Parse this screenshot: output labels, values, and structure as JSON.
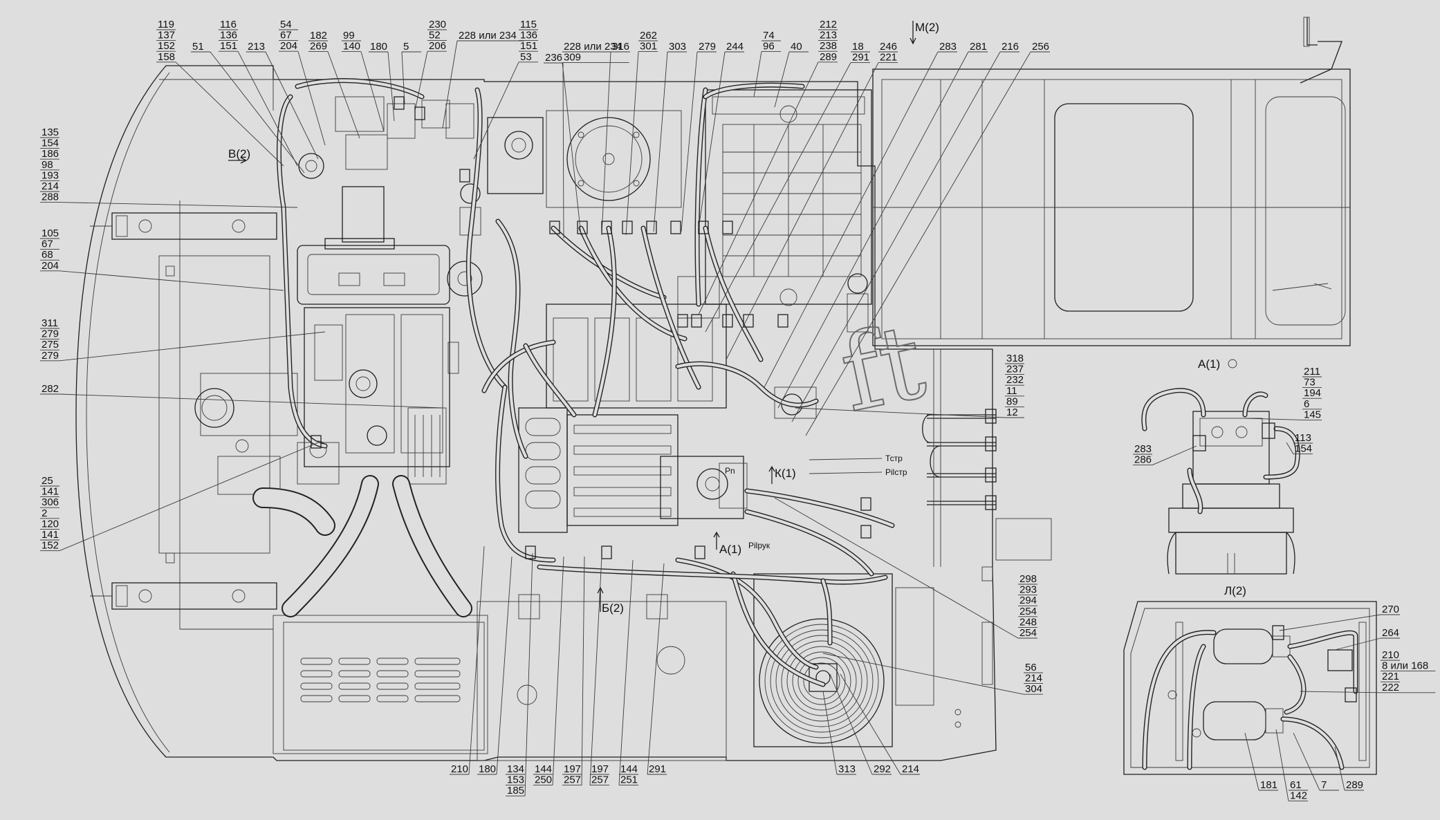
{
  "watermark": "ft",
  "views": {
    "a1": "А(1)",
    "a1_main": "А(1)",
    "b2": "В(2)",
    "m2": "М(2)",
    "b2_main": "Б(2)",
    "k1": "К(1)",
    "l2": "Л(2)"
  },
  "ports": {
    "tstr": "Тстр",
    "pilstr": "Pilстр",
    "pilruk": "Pilрук",
    "pn": "Pn"
  },
  "callouts": {
    "top": [
      {
        "id": "c119",
        "lines": [
          "119",
          "137",
          "152",
          "158"
        ]
      },
      {
        "id": "c51",
        "lines": [
          "51"
        ]
      },
      {
        "id": "c116",
        "lines": [
          "116",
          "136",
          "151"
        ]
      },
      {
        "id": "c213a",
        "lines": [
          "213"
        ]
      },
      {
        "id": "c54",
        "lines": [
          "54",
          "67",
          "204"
        ]
      },
      {
        "id": "c182",
        "lines": [
          "182",
          "269"
        ]
      },
      {
        "id": "c99",
        "lines": [
          "99",
          "140"
        ]
      },
      {
        "id": "c180t",
        "lines": [
          "180"
        ]
      },
      {
        "id": "c5",
        "lines": [
          "5"
        ]
      },
      {
        "id": "c230",
        "lines": [
          "230",
          "52",
          "206"
        ]
      },
      {
        "id": "c228a",
        "lines": [
          "228 или 234"
        ]
      },
      {
        "id": "c115",
        "lines": [
          "115",
          "136",
          "151",
          "53"
        ]
      },
      {
        "id": "c236",
        "lines": [
          "236"
        ]
      },
      {
        "id": "c228b",
        "lines": [
          "228 или 234",
          "309"
        ]
      },
      {
        "id": "c316",
        "lines": [
          "316"
        ]
      },
      {
        "id": "c262",
        "lines": [
          "262",
          "301"
        ]
      },
      {
        "id": "c303",
        "lines": [
          "303"
        ]
      },
      {
        "id": "c279t",
        "lines": [
          "279"
        ]
      },
      {
        "id": "c244",
        "lines": [
          "244"
        ]
      },
      {
        "id": "c74",
        "lines": [
          "74",
          "96"
        ]
      },
      {
        "id": "c40",
        "lines": [
          "40"
        ]
      },
      {
        "id": "c212",
        "lines": [
          "212",
          "213",
          "238",
          "289"
        ]
      },
      {
        "id": "c18",
        "lines": [
          "18",
          "291"
        ]
      },
      {
        "id": "c246",
        "lines": [
          "246",
          "221"
        ]
      },
      {
        "id": "c283t",
        "lines": [
          "283"
        ]
      },
      {
        "id": "c281",
        "lines": [
          "281"
        ]
      },
      {
        "id": "c216",
        "lines": [
          "216"
        ]
      },
      {
        "id": "c256",
        "lines": [
          "256"
        ]
      }
    ],
    "left": [
      {
        "id": "c135",
        "lines": [
          "135",
          "154",
          "186",
          "98",
          "193",
          "214",
          "288"
        ]
      },
      {
        "id": "c105",
        "lines": [
          "105",
          "67",
          "68",
          "204"
        ]
      },
      {
        "id": "c311",
        "lines": [
          "311",
          "279",
          "275",
          "279"
        ]
      },
      {
        "id": "c282",
        "lines": [
          "282"
        ]
      },
      {
        "id": "c25",
        "lines": [
          "25",
          "141",
          "306",
          "2",
          "120",
          "141",
          "152"
        ]
      }
    ],
    "bottom": [
      {
        "id": "c210b",
        "lines": [
          "210"
        ]
      },
      {
        "id": "c180b",
        "lines": [
          "180"
        ]
      },
      {
        "id": "c134",
        "lines": [
          "134",
          "153",
          "185"
        ]
      },
      {
        "id": "c144a",
        "lines": [
          "144",
          "250"
        ]
      },
      {
        "id": "c197a",
        "lines": [
          "197",
          "257"
        ]
      },
      {
        "id": "c197b",
        "lines": [
          "197",
          "257"
        ]
      },
      {
        "id": "c144b",
        "lines": [
          "144",
          "251"
        ]
      },
      {
        "id": "c291b",
        "lines": [
          "291"
        ]
      },
      {
        "id": "c313",
        "lines": [
          "313"
        ]
      },
      {
        "id": "c292",
        "lines": [
          "292"
        ]
      },
      {
        "id": "c214b",
        "lines": [
          "214"
        ]
      }
    ],
    "right_main": [
      {
        "id": "c318",
        "lines": [
          "318",
          "237",
          "232",
          "11",
          "89",
          "12"
        ]
      },
      {
        "id": "c298",
        "lines": [
          "298",
          "293",
          "294",
          "254",
          "248",
          "254"
        ]
      },
      {
        "id": "c56",
        "lines": [
          "56",
          "214",
          "304"
        ]
      }
    ],
    "detail_a": [
      {
        "id": "c211",
        "lines": [
          "211",
          "73",
          "194",
          "6",
          "145"
        ]
      },
      {
        "id": "c113",
        "lines": [
          "113",
          "154"
        ]
      },
      {
        "id": "c283d",
        "lines": [
          "283",
          "286"
        ]
      }
    ],
    "detail_l": [
      {
        "id": "c270",
        "lines": [
          "270"
        ]
      },
      {
        "id": "c264",
        "lines": [
          "264"
        ]
      },
      {
        "id": "c210d",
        "lines": [
          "210",
          "8 или 168",
          "221",
          "222"
        ]
      },
      {
        "id": "c181",
        "lines": [
          "181"
        ]
      },
      {
        "id": "c61",
        "lines": [
          "61",
          "142"
        ]
      },
      {
        "id": "c7",
        "lines": [
          "7"
        ]
      },
      {
        "id": "c289",
        "lines": [
          "289"
        ]
      }
    ]
  }
}
